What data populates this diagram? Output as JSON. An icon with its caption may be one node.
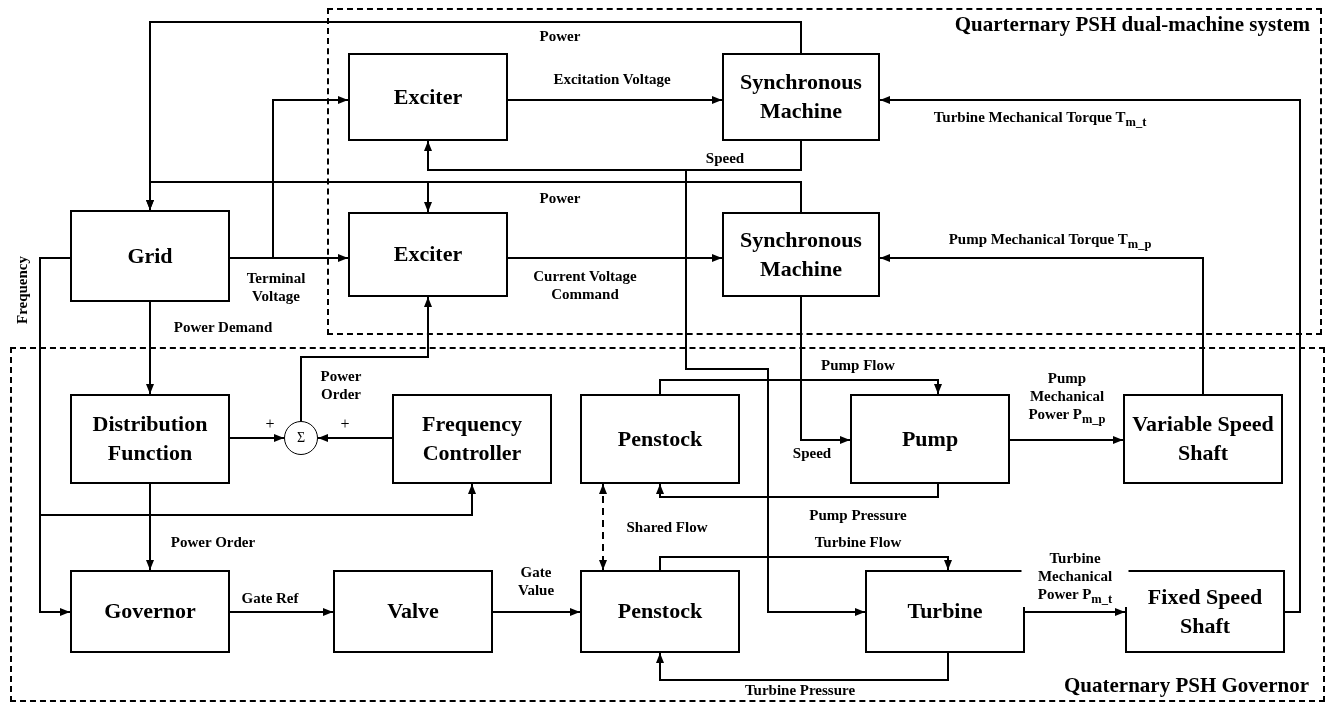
{
  "diagram": {
    "nodes": [
      {
        "text": [
          "Quarternary PSH dual-machine system"
        ]
      },
      {
        "text": [
          "Exciter"
        ],
        "in": 0
      },
      {
        "text": [
          "Synchronous Machine"
        ],
        "in": 0
      },
      {
        "text": [
          "Grid"
        ]
      },
      {
        "text": [
          "Exciter"
        ],
        "in": 0
      },
      {
        "text": [
          "Synchronous Machine"
        ],
        "in": 0
      },
      {
        "text": [
          "Quaternary PSH Governor"
        ]
      },
      {
        "text": [
          "Distribution Function"
        ],
        "in": 6
      },
      {
        "text": [
          "Σ"
        ],
        "in": 6
      },
      {
        "text": [
          "Frequency Controller"
        ],
        "in": 6
      },
      {
        "text": [
          "Penstock"
        ],
        "in": 6
      },
      {
        "text": [
          "Pump"
        ],
        "in": 6
      },
      {
        "text": [
          "Variable Speed Shaft"
        ],
        "in": 6
      },
      {
        "text": [
          "Governor"
        ],
        "in": 6
      },
      {
        "text": [
          "Valve"
        ],
        "in": 6
      },
      {
        "text": [
          "Penstock"
        ],
        "in": 6
      },
      {
        "text": [
          "Turbine"
        ],
        "in": 6
      },
      {
        "text": [
          "Fixed Speed Shaft"
        ],
        "in": 6
      }
    ],
    "edges": [
      {
        "from": 2,
        "to": 3,
        "arrow": "to",
        "label": "Power"
      },
      {
        "from": 5,
        "to": 3,
        "arrow": "to",
        "label": "Power"
      },
      {
        "from": 5,
        "to": 4,
        "arrow": "to"
      },
      {
        "from": 1,
        "to": 2,
        "arrow": "to",
        "label": "Excitation Voltage"
      },
      {
        "from": 4,
        "to": 5,
        "arrow": "to",
        "label": "Current Voltage Command"
      },
      {
        "from": 2,
        "to": 1,
        "arrow": "to",
        "label": "Speed"
      },
      {
        "from": 2,
        "to": 16,
        "arrow": "to"
      },
      {
        "from": 5,
        "to": 11,
        "arrow": "to",
        "label": "Speed"
      },
      {
        "from": 3,
        "to": 4,
        "arrow": "to",
        "label": "Terminal Voltage"
      },
      {
        "from": 3,
        "to": 1,
        "arrow": "to"
      },
      {
        "from": 17,
        "to": 2,
        "arrow": "to",
        "label": "Turbine Mechanical Torque T$_{m_t}$"
      },
      {
        "from": 12,
        "to": 5,
        "arrow": "to",
        "label": "Pump Mechanical Torque T$_{m_p}$"
      },
      {
        "from": 3,
        "to": 7,
        "arrow": "to",
        "label": "Power Demand"
      },
      {
        "from": 3,
        "to": 13,
        "arrow": "to",
        "label": "Frequency"
      },
      {
        "from": 3,
        "to": 9,
        "arrow": "to"
      },
      {
        "from": 7,
        "to": 8,
        "arrow": "to"
      },
      {
        "from": 9,
        "to": 8,
        "arrow": "to"
      },
      {
        "from": 8,
        "to": 4,
        "arrow": "to",
        "label": "Power Order"
      },
      {
        "from": 7,
        "to": 13,
        "arrow": "to",
        "label": "Power Order"
      },
      {
        "from": 13,
        "to": 14,
        "arrow": "to",
        "label": "Gate Ref"
      },
      {
        "from": 14,
        "to": 15,
        "arrow": "to",
        "label": "Gate Value"
      },
      {
        "from": 10,
        "to": 15,
        "arrow": "both",
        "style": "dashed",
        "label": "Shared Flow"
      },
      {
        "from": 10,
        "to": 11,
        "arrow": "to",
        "label": "Pump Flow"
      },
      {
        "from": 11,
        "to": 10,
        "arrow": "to",
        "label": "Pump Pressure"
      },
      {
        "from": 15,
        "to": 16,
        "arrow": "to",
        "label": "Turbine Flow"
      },
      {
        "from": 16,
        "to": 15,
        "arrow": "to",
        "label": "Turbine Pressure"
      },
      {
        "from": 11,
        "to": 12,
        "arrow": "to",
        "label": "Pump Mechanical Power P$_{m_p}$"
      },
      {
        "from": 16,
        "to": 17,
        "arrow": "to",
        "label": "Turbine Mechanical Power P$_{m_t}$"
      }
    ],
    "labels": [
      "+",
      "+"
    ]
  }
}
